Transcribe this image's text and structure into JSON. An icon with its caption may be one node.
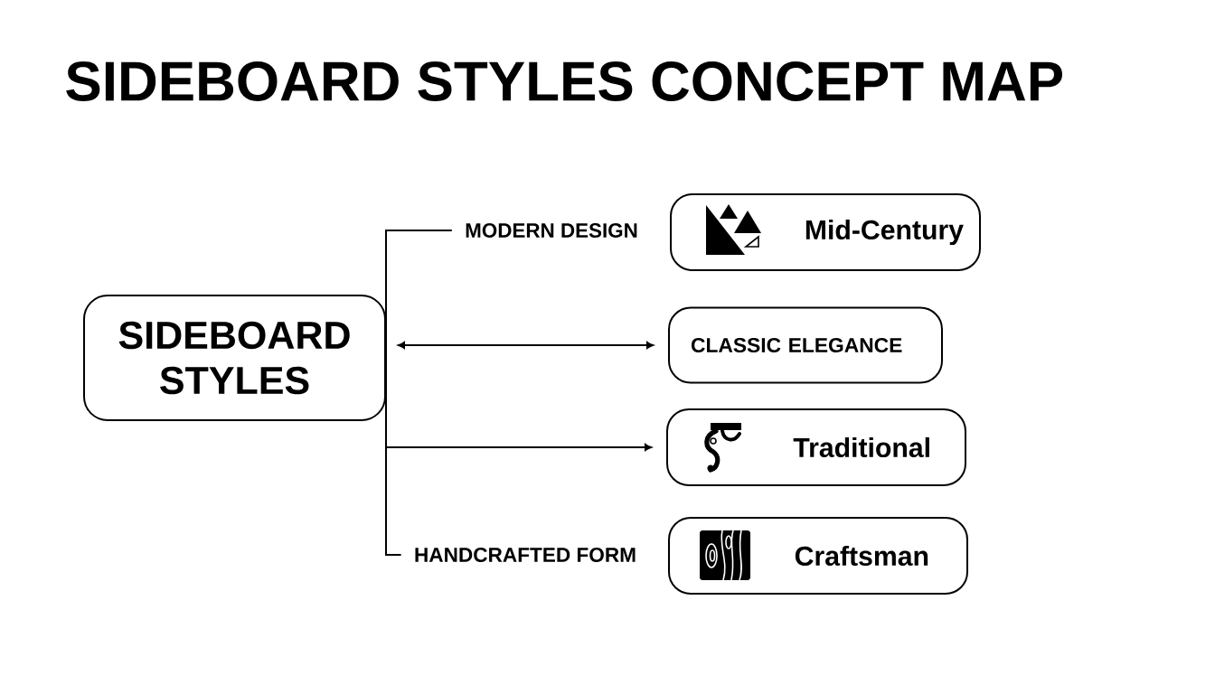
{
  "diagram": {
    "title": "SIDEBOARD STYLES CONCEPT MAP",
    "nodes": [
      {
        "text": [
          "SIDEBOARD STYLES"
        ]
      },
      {
        "text": [
          "MODERN DESIGN"
        ]
      },
      {
        "text": [
          "Mid-Century"
        ]
      },
      {
        "text": [
          "CLASSIC ELEGANCE"
        ]
      },
      {
        "text": [
          "Traditional"
        ]
      },
      {
        "text": [
          "HANDCRAFTED FORM"
        ]
      },
      {
        "text": [
          "Craftsman"
        ]
      }
    ],
    "edges": [
      {
        "from": 0,
        "to": 1,
        "arrow": "none"
      },
      {
        "from": 0,
        "to": 3,
        "arrow": "both"
      },
      {
        "from": 0,
        "to": 4,
        "arrow": "to"
      },
      {
        "from": 0,
        "to": 5,
        "arrow": "none"
      }
    ]
  }
}
